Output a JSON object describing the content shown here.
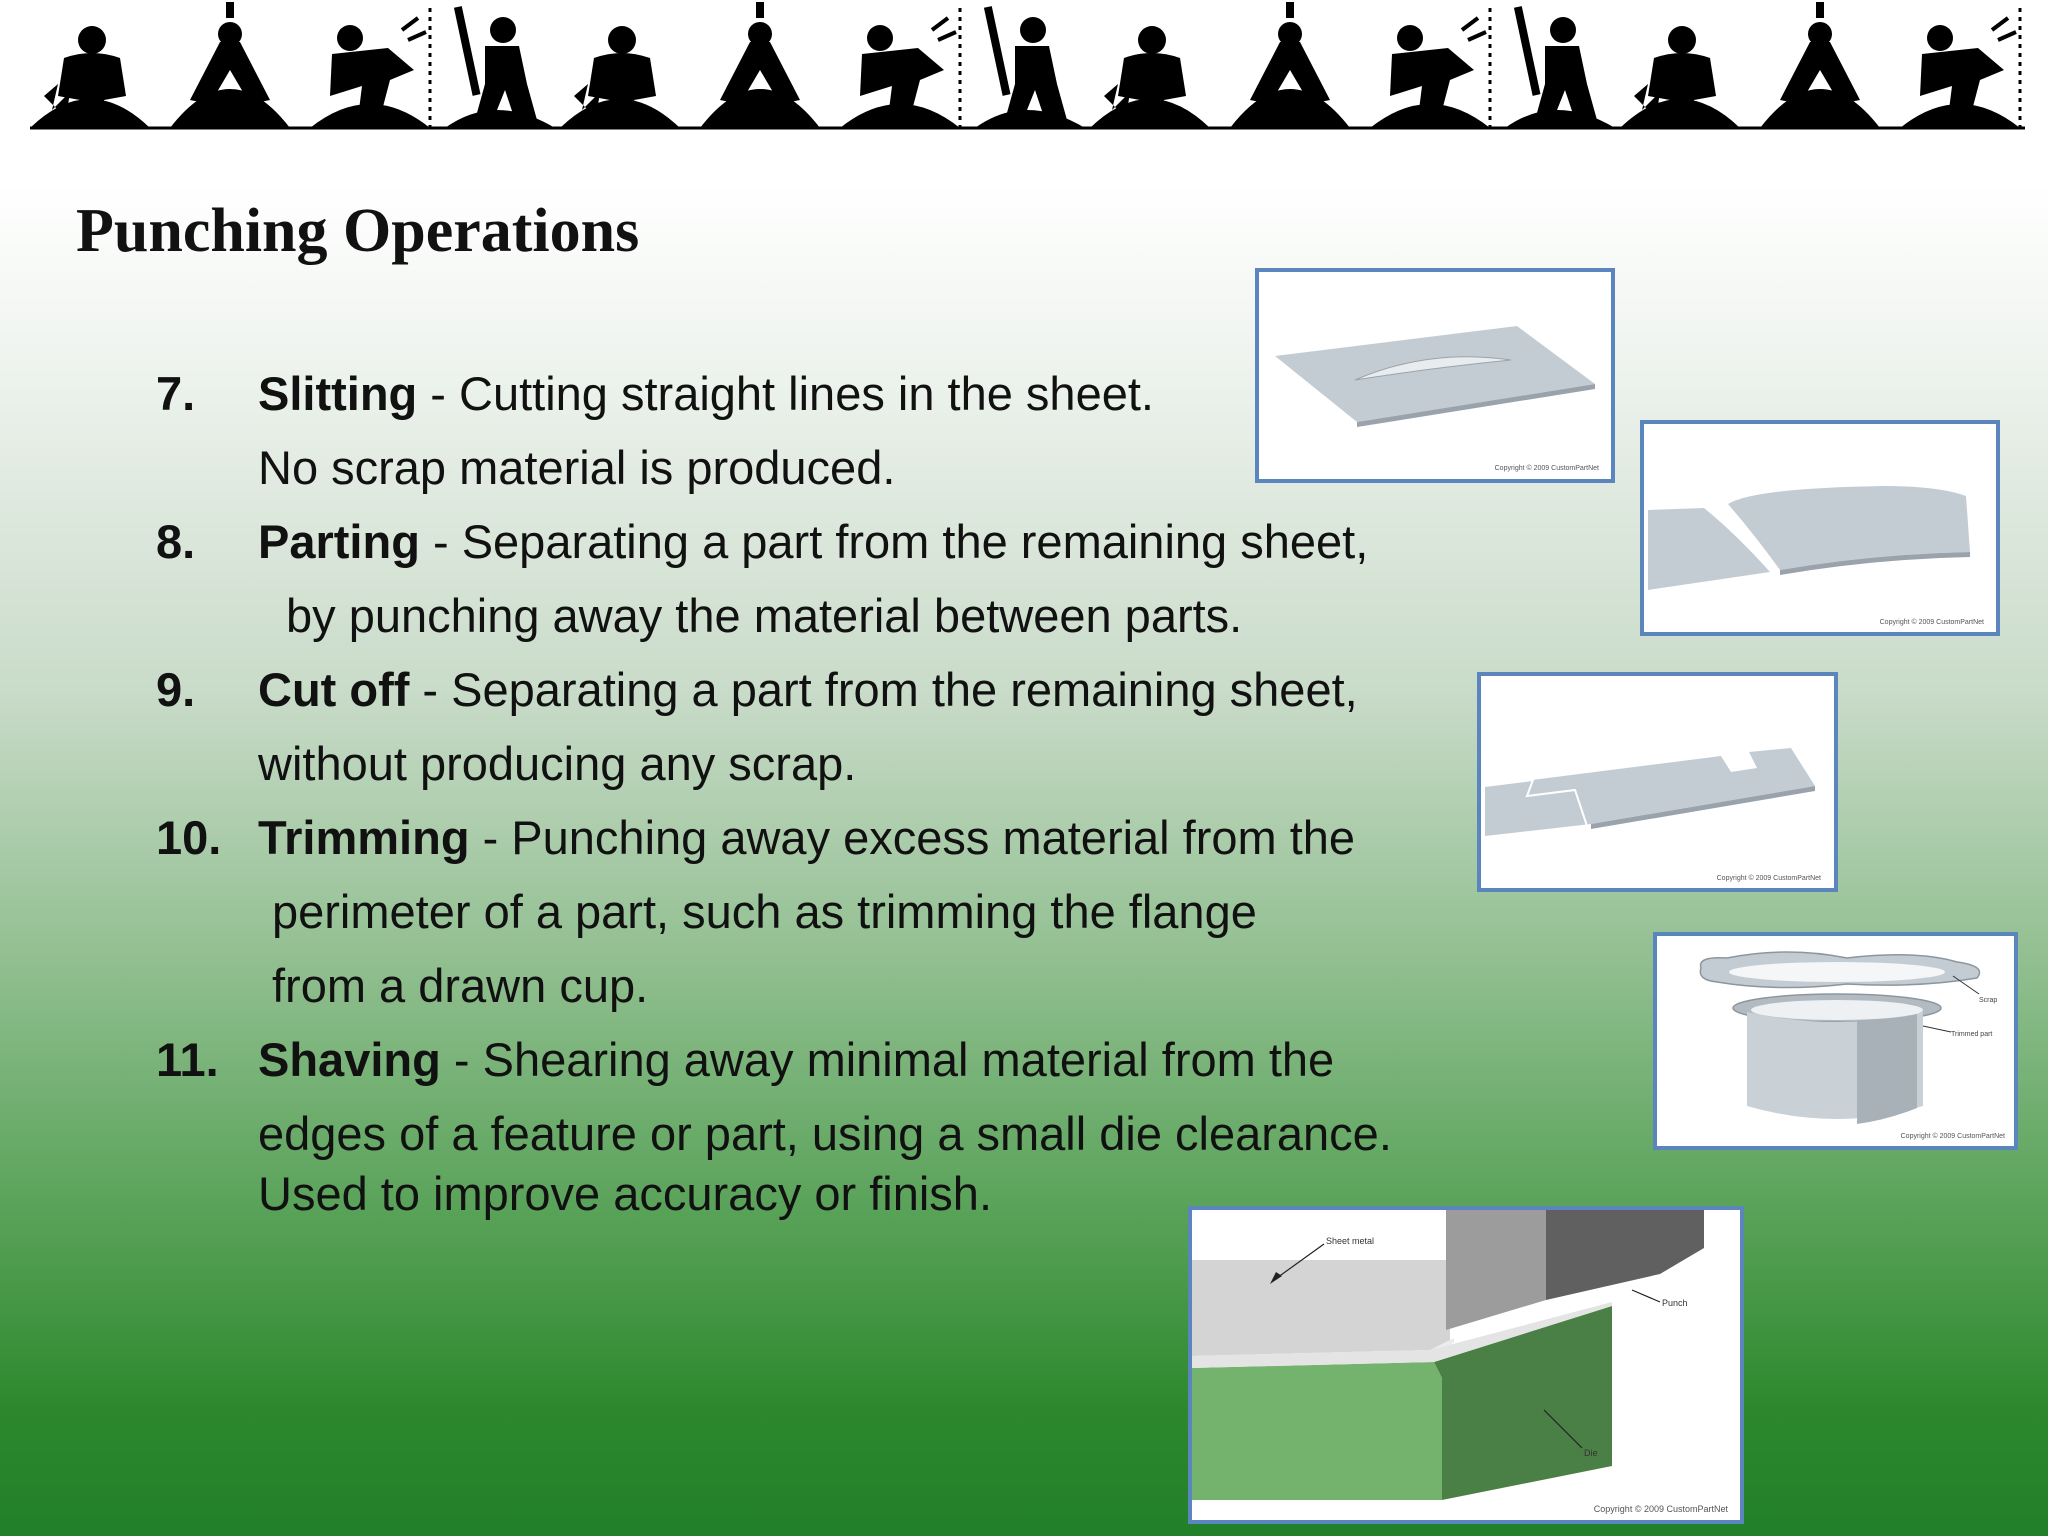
{
  "slide": {
    "title": "Punching Operations",
    "items": [
      {
        "number": "7.",
        "term": "Slitting",
        "lines": [
          " - Cutting straight lines in the sheet.",
          "No scrap material is produced."
        ]
      },
      {
        "number": "8.",
        "term": "Parting",
        "lines": [
          " - Separating a part from the remaining sheet,",
          "by punching away the material between parts."
        ]
      },
      {
        "number": "9.",
        "term": "Cut off",
        "lines": [
          " - Separating a part from the remaining sheet,",
          "without producing any scrap."
        ]
      },
      {
        "number": "10.",
        "term": "Trimming",
        "lines": [
          " - Punching away excess material from the",
          "perimeter of a part, such as trimming the flange",
          "from a drawn cup."
        ]
      },
      {
        "number": "11.",
        "term": "Shaving",
        "lines": [
          " - Shearing away minimal material from the",
          "edges of a feature or part, using a small die clearance.",
          "Used to improve accuracy or finish."
        ]
      }
    ]
  },
  "figures": {
    "copyright": "Copyright © 2009 CustomPartNet",
    "trimming_labels": {
      "scrap": "Scrap",
      "trimmed_part": "Trimmed part"
    },
    "shaving_labels": {
      "sheet": "Sheet metal",
      "punch": "Punch",
      "die": "Die"
    }
  },
  "colors": {
    "frame": "#5b86bd",
    "sheet": "#c4ccd3",
    "die": "#74b36e"
  }
}
